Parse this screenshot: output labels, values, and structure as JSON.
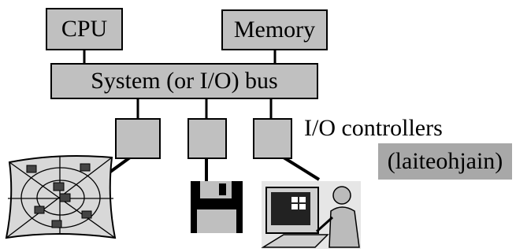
{
  "diagram": {
    "cpu_label": "CPU",
    "memory_label": "Memory",
    "bus_label": "System (or I/O) bus",
    "controllers_label": "I/O controllers",
    "controllers_translation": "(laiteohjain)"
  },
  "colors": {
    "box_fill": "#c0c0c0",
    "translation_fill": "#a8a8a8",
    "line": "#000000"
  },
  "icons": [
    "network-web-icon",
    "floppy-disk-icon",
    "terminal-user-icon"
  ]
}
